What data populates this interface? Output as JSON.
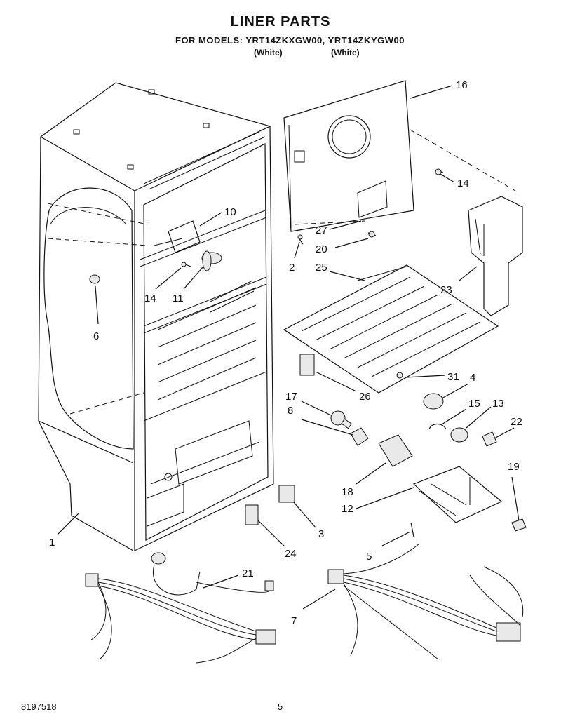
{
  "header": {
    "title": "LINER PARTS",
    "models_line": "FOR MODELS: YRT14ZKXGW00, YRT14ZKYGW00",
    "color_1": "(White)",
    "color_2": "(White)"
  },
  "callouts": [
    "16",
    "14",
    "10",
    "27",
    "20",
    "2",
    "25",
    "23",
    "14",
    "11",
    "6",
    "31",
    "4",
    "26",
    "17",
    "15",
    "13",
    "8",
    "22",
    "18",
    "19",
    "12",
    "3",
    "1",
    "24",
    "5",
    "21",
    "7"
  ],
  "footer": {
    "doc_number": "8197518",
    "page_number": "5"
  }
}
